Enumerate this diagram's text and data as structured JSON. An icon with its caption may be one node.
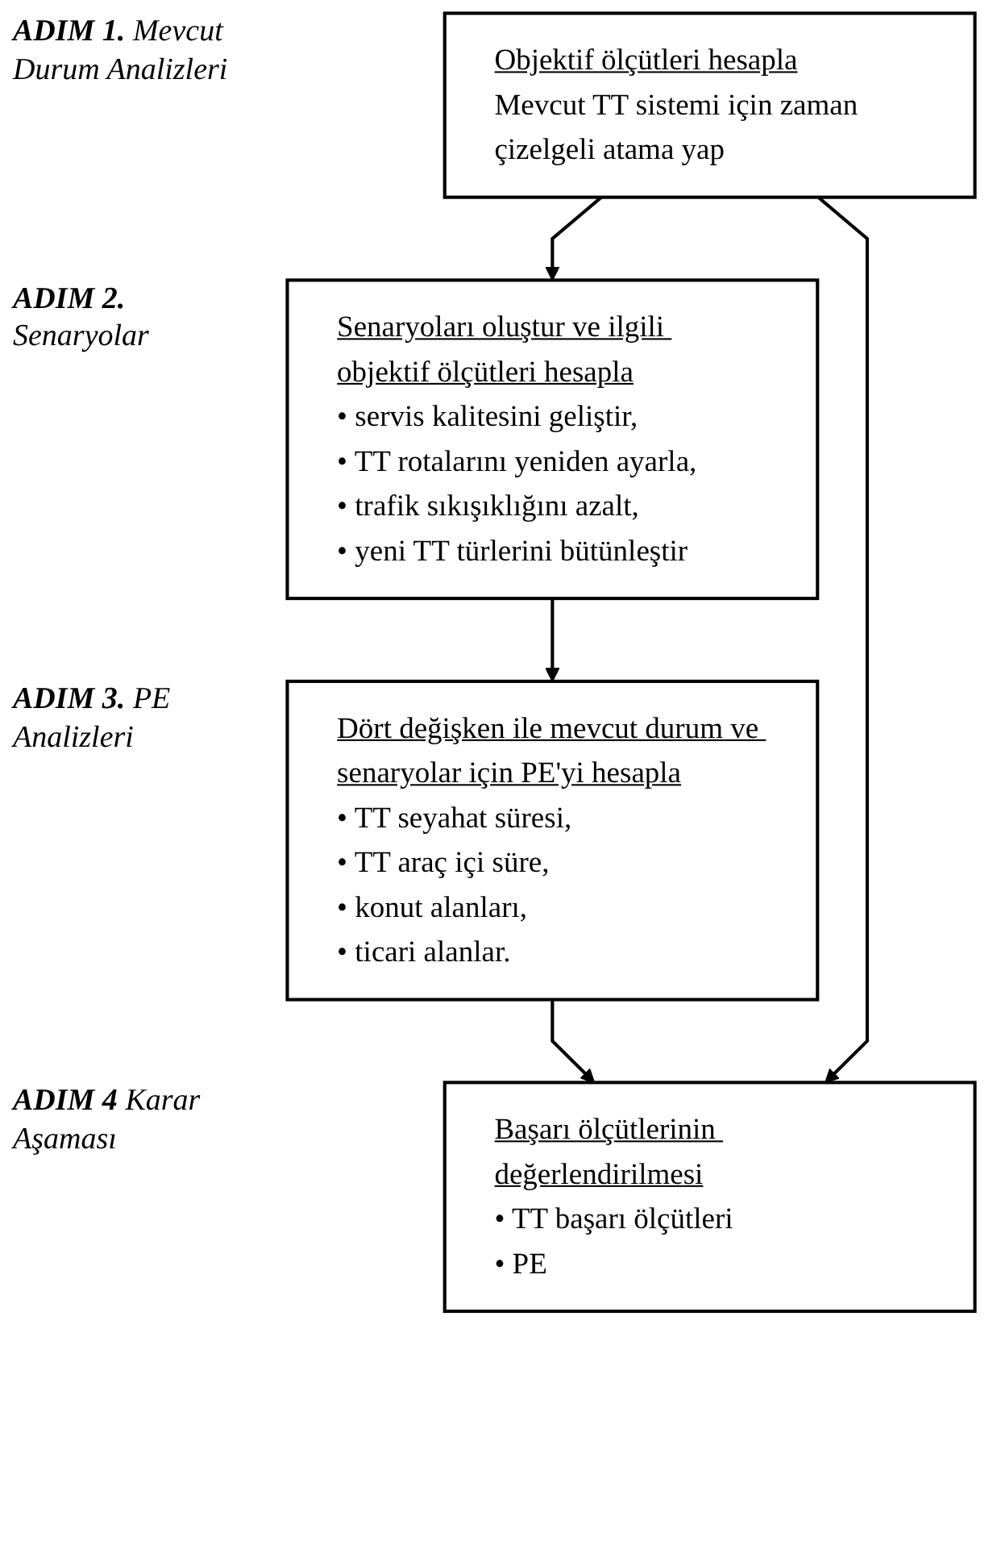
{
  "diagram": {
    "nodes": [
      {
        "text": [
          "Objektif ölçütleri hesapla",
          "Mevcut TT sistemi için zaman çizelgeli atama yap"
        ]
      },
      {
        "text": [
          "Senaryoları oluştur ve ilgili objektif ölçütleri hesapla",
          "• servis kalitesini geliştir,",
          "• TT rotalarını yeniden ayarla,",
          "• trafik sıkışıklığını azalt,",
          "• yeni TT türlerini bütünleştir"
        ]
      },
      {
        "text": [
          "Dört değişken ile mevcut durum ve senaryolar için PE'yi hesapla",
          "• TT seyahat süresi,",
          "• TT araç içi süre,",
          "• konut alanları,",
          "• ticari alanlar."
        ]
      },
      {
        "text": [
          "Başarı ölçütlerinin değerlendirilmesi",
          "• TT başarı ölçütleri",
          "• PE"
        ]
      }
    ],
    "edges": [
      {
        "from": 0,
        "to": 1,
        "arrow": "to"
      },
      {
        "from": 1,
        "to": 2,
        "arrow": "to"
      },
      {
        "from": 2,
        "to": 3,
        "arrow": "to"
      },
      {
        "from": 0,
        "to": 3,
        "arrow": "to"
      }
    ],
    "labels": [
      "**ADIM 1.** Mevcut Durum Analizleri",
      "**ADIM 2.** Senaryolar",
      "**ADIM 3.** PE Analizleri",
      "**ADIM 4** Karar Aşaması"
    ]
  }
}
